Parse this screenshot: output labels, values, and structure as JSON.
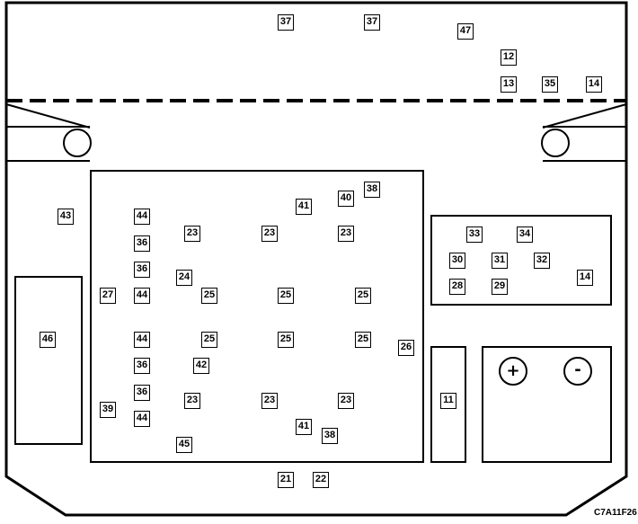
{
  "diagram_id": "C7A11F26",
  "battery": {
    "positive": "+",
    "negative": "-"
  },
  "labels": {
    "l37a": "37",
    "l37b": "37",
    "l47": "47",
    "l12": "12",
    "l13": "13",
    "l35": "35",
    "l14a": "14",
    "l43": "43",
    "l44a": "44",
    "l36a": "36",
    "l36b": "36",
    "l44b": "44",
    "l44c": "44",
    "l36c": "36",
    "l36d": "36",
    "l44d": "44",
    "l23a": "23",
    "l23b": "23",
    "l23c": "23",
    "l23d": "23",
    "l23e": "23",
    "l23f": "23",
    "l24": "24",
    "l27": "27",
    "l25a": "25",
    "l25b": "25",
    "l25c": "25",
    "l25d": "25",
    "l25e": "25",
    "l25f": "25",
    "l41a": "41",
    "l41b": "41",
    "l40": "40",
    "l38a": "38",
    "l38b": "38",
    "l42": "42",
    "l39": "39",
    "l45": "45",
    "l26": "26",
    "l46": "46",
    "l21": "21",
    "l22": "22",
    "l33": "33",
    "l34": "34",
    "l30": "30",
    "l31": "31",
    "l32": "32",
    "l28": "28",
    "l29": "29",
    "l14b": "14",
    "l11": "11"
  }
}
